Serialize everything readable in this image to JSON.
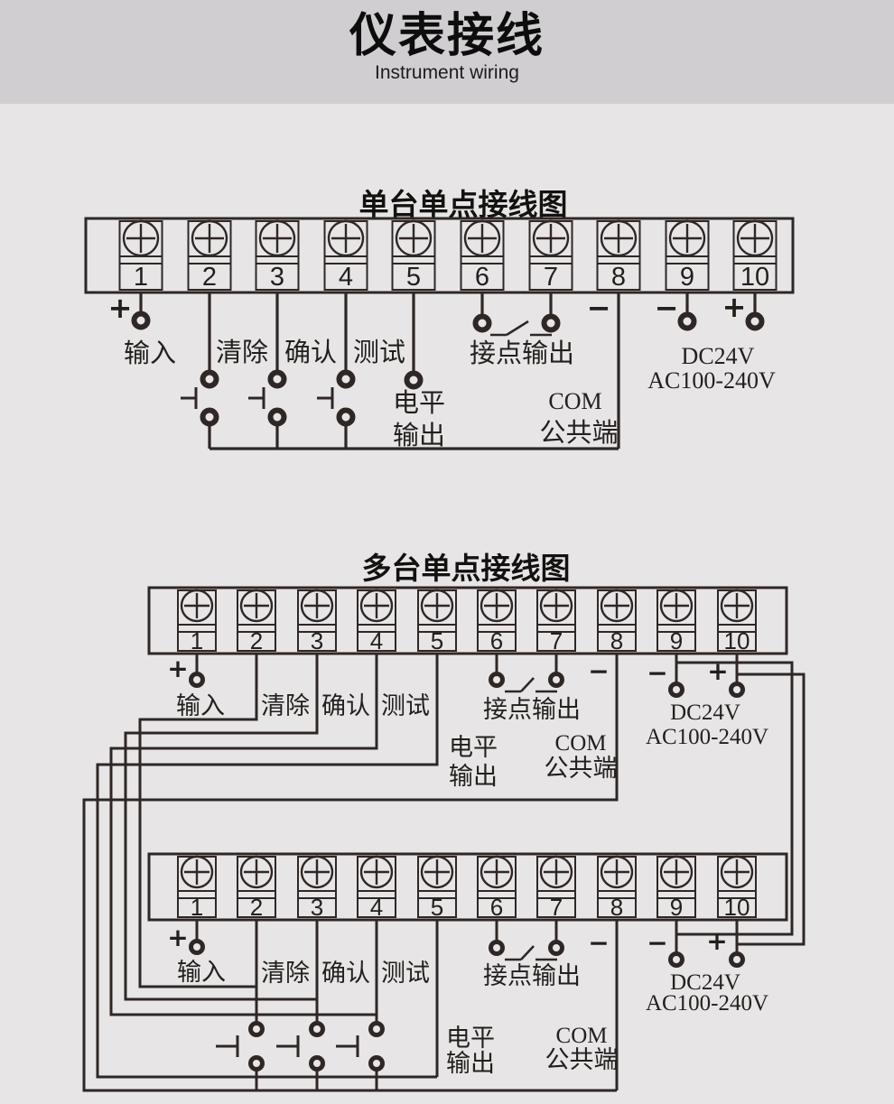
{
  "header": {
    "title": "仪表接线",
    "subtitle": "Instrument wiring"
  },
  "colors": {
    "background": "#e7e5e6",
    "header_band": "#d0ced0",
    "line": "#2f2725",
    "text": "#231f1c"
  },
  "diagrams": [
    {
      "title": "单台单点接线图",
      "terminals": [
        "1",
        "2",
        "3",
        "4",
        "5",
        "6",
        "7",
        "8",
        "9",
        "10"
      ],
      "labels": {
        "input_plus": "+",
        "input": "输入",
        "clear": "清除",
        "confirm": "确认",
        "test": "测试",
        "level1": "电平",
        "level2": "输出",
        "contact_output": "接点输出",
        "com_minus": "−",
        "com1": "COM",
        "com2": "公共端",
        "power_minus": "−",
        "power_plus": "+",
        "power_dc": "DC24V",
        "power_ac": "AC100-240V"
      }
    },
    {
      "title": "多台单点接线图",
      "terminals": [
        "1",
        "2",
        "3",
        "4",
        "5",
        "6",
        "7",
        "8",
        "9",
        "10"
      ],
      "units": [
        {
          "labels": {
            "input_plus": "+",
            "input": "输入",
            "clear": "清除",
            "confirm": "确认",
            "test": "测试",
            "level1": "电平",
            "level2": "输出",
            "contact_output": "接点输出",
            "com_minus": "−",
            "com1": "COM",
            "com2": "公共端",
            "power_minus": "−",
            "power_plus": "+",
            "power_dc": "DC24V",
            "power_ac": "AC100-240V"
          }
        },
        {
          "labels": {
            "input_plus": "+",
            "input": "输入",
            "clear": "清除",
            "confirm": "确认",
            "test": "测试",
            "level1": "电平",
            "level2": "输出",
            "contact_output": "接点输出",
            "com_minus": "−",
            "com1": "COM",
            "com2": "公共端",
            "power_minus": "−",
            "power_plus": "+",
            "power_dc": "DC24V",
            "power_ac": "AC100-240V"
          }
        }
      ]
    }
  ]
}
